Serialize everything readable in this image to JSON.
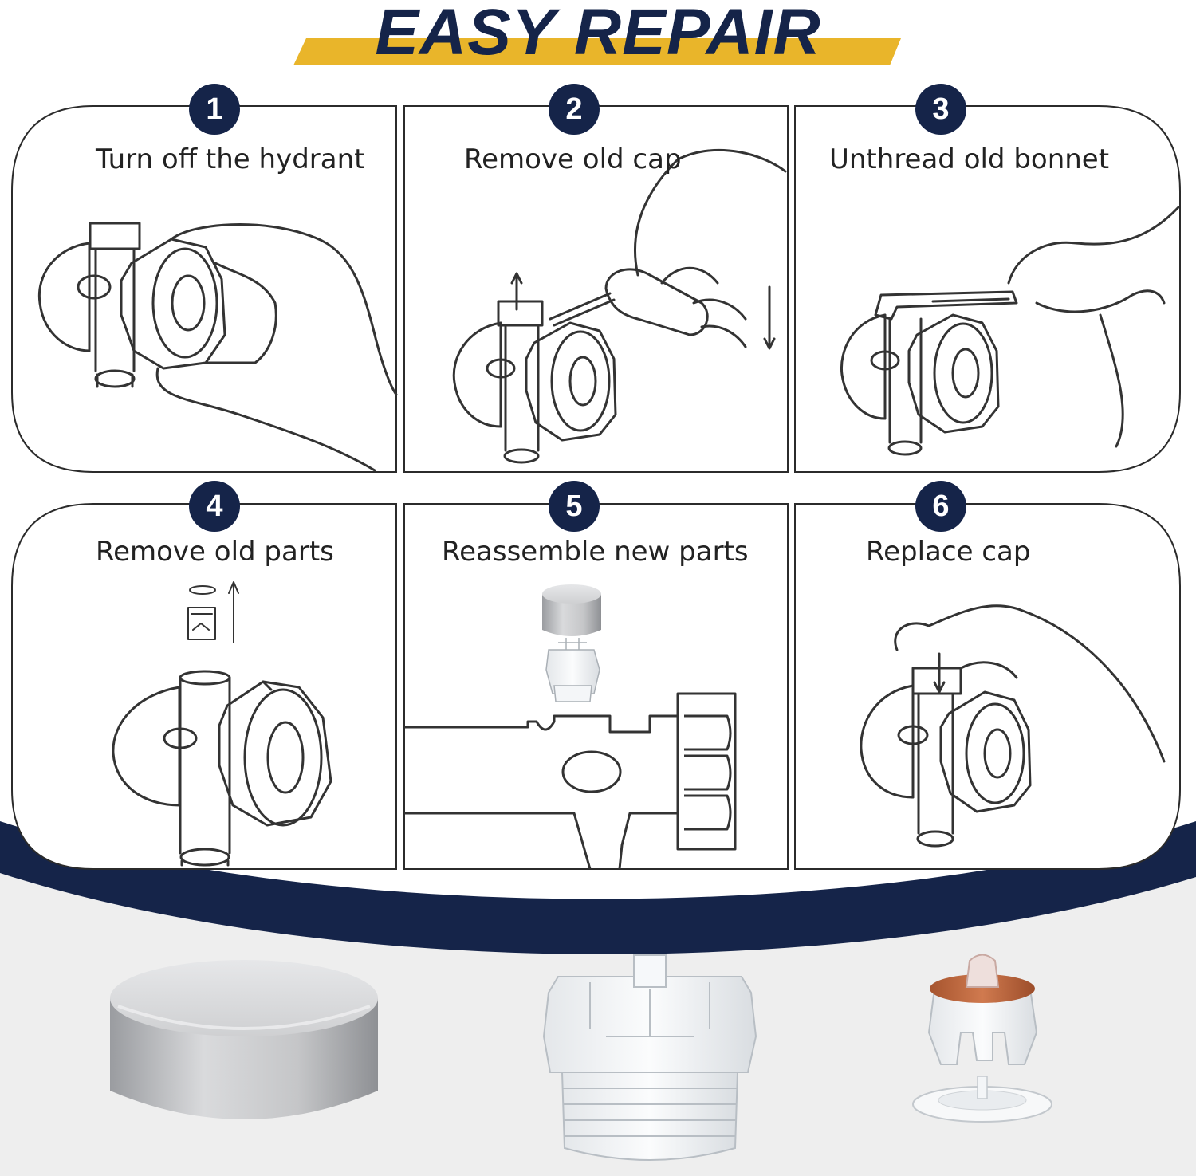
{
  "title": "EASY REPAIR",
  "colors": {
    "navy": "#152449",
    "gold": "#e9b52a",
    "panel_border": "#2b2b2b",
    "bottom_bg": "#eeeeee"
  },
  "steps": [
    {
      "number": "1",
      "label": "Turn off the hydrant"
    },
    {
      "number": "2",
      "label": "Remove old cap"
    },
    {
      "number": "3",
      "label": "Unthread old bonnet"
    },
    {
      "number": "4",
      "label": "Remove old parts"
    },
    {
      "number": "5",
      "label": "Reassemble new parts"
    },
    {
      "number": "6",
      "label": "Replace cap"
    }
  ],
  "products": [
    {
      "icon": "aluminum-cap-icon"
    },
    {
      "icon": "plastic-bonnet-icon"
    },
    {
      "icon": "plunger-with-seal-icon"
    }
  ]
}
